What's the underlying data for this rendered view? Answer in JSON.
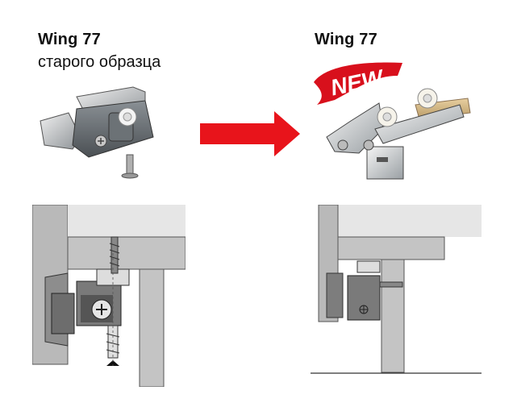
{
  "left_product": {
    "title": "Wing 77",
    "subtitle": "старого образца"
  },
  "right_product": {
    "title": "Wing 77",
    "badge": "NEW"
  },
  "colors": {
    "arrow": "#e8141b",
    "badge": "#d8101c",
    "metal_dark": "#5d6266",
    "metal_light": "#c9ccce",
    "drawing_grey": "#b5b5b5"
  },
  "icons": {
    "arrow": "right-arrow-icon"
  }
}
